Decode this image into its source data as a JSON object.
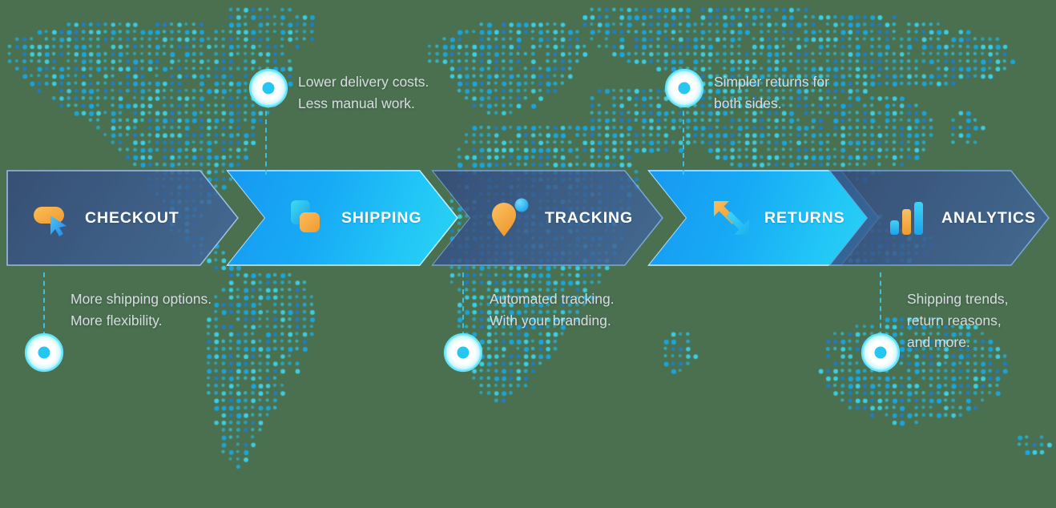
{
  "background": {
    "page_color": "#4a7050",
    "map_dot_color": "#25c3ef",
    "map_dot_color_alt": "#1b7fd4"
  },
  "palette": {
    "chevron_dark_start": "#344a7a",
    "chevron_dark_end": "#4268 9e",
    "chevron_light_start": "#1799f2",
    "chevron_light_end": "#2ad3f2",
    "accent_orange": "#f5a93f",
    "accent_cyan": "#29c6f5",
    "marker_ring": "#49e2fb",
    "callout_text": "#d8dde2",
    "label_text": "#ffffff"
  },
  "pipeline": {
    "stages": [
      {
        "id": "checkout",
        "label": "CHECKOUT",
        "icon": "chat-cursor-icon",
        "theme": "dark"
      },
      {
        "id": "shipping",
        "label": "SHIPPING",
        "icon": "boxes-icon",
        "theme": "light"
      },
      {
        "id": "tracking",
        "label": "TRACKING",
        "icon": "map-pin-icon",
        "theme": "dark"
      },
      {
        "id": "returns",
        "label": "RETURNS",
        "icon": "exchange-arrows-icon",
        "theme": "light"
      },
      {
        "id": "analytics",
        "label": "ANALYTICS",
        "icon": "bar-chart-icon",
        "theme": "dark"
      }
    ]
  },
  "callouts": [
    {
      "id": "checkout-benefit",
      "position": "below",
      "stage": "checkout",
      "lines": [
        "More shipping options.",
        "More flexibility."
      ]
    },
    {
      "id": "shipping-benefit",
      "position": "above",
      "stage": "shipping",
      "lines": [
        "Lower delivery costs.",
        "Less manual work."
      ]
    },
    {
      "id": "tracking-benefit",
      "position": "below",
      "stage": "tracking",
      "lines": [
        "Automated tracking.",
        "With your branding."
      ]
    },
    {
      "id": "returns-benefit",
      "position": "above",
      "stage": "returns",
      "lines": [
        "Simpler returns for",
        "both sides."
      ]
    },
    {
      "id": "analytics-benefit",
      "position": "below",
      "stage": "analytics",
      "lines": [
        "Shipping trends,",
        "return reasons,",
        "and more."
      ]
    }
  ]
}
